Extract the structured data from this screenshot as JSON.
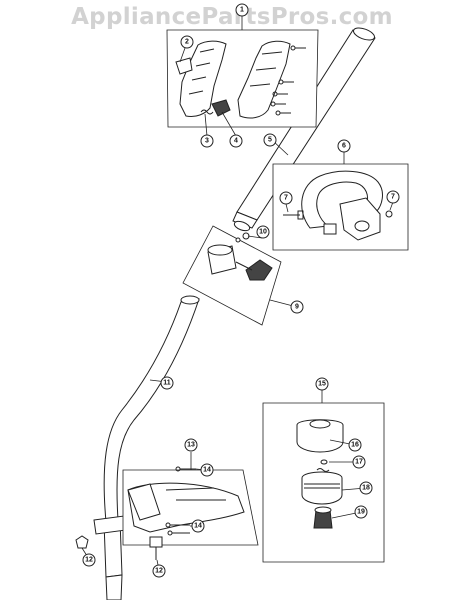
{
  "watermark": "AppliancePartsPros.com",
  "callouts": [
    {
      "id": "c1",
      "label": "1"
    },
    {
      "id": "c2",
      "label": "2"
    },
    {
      "id": "c3",
      "label": "3"
    },
    {
      "id": "c4",
      "label": "4"
    },
    {
      "id": "c5",
      "label": "5"
    },
    {
      "id": "c6",
      "label": "6"
    },
    {
      "id": "c7a",
      "label": "7"
    },
    {
      "id": "c7b",
      "label": "7"
    },
    {
      "id": "c9",
      "label": "9"
    },
    {
      "id": "c10",
      "label": "10"
    },
    {
      "id": "c11",
      "label": "11"
    },
    {
      "id": "c12a",
      "label": "12"
    },
    {
      "id": "c12b",
      "label": "12"
    },
    {
      "id": "c13",
      "label": "13"
    },
    {
      "id": "c14a",
      "label": "14"
    },
    {
      "id": "c14b",
      "label": "14"
    },
    {
      "id": "c15",
      "label": "15"
    },
    {
      "id": "c16",
      "label": "16"
    },
    {
      "id": "c17",
      "label": "17"
    },
    {
      "id": "c18",
      "label": "18"
    },
    {
      "id": "c19",
      "label": "19"
    }
  ]
}
